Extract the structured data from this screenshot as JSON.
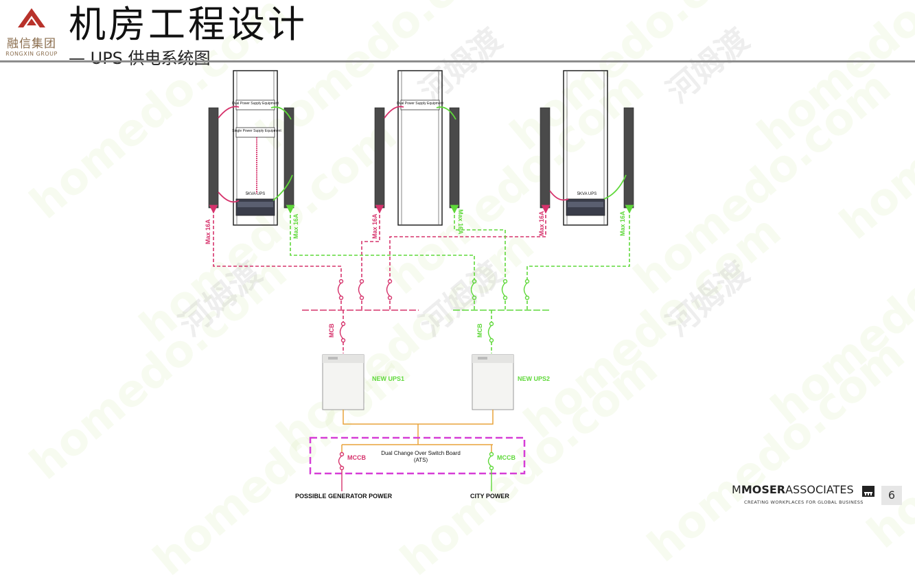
{
  "header": {
    "title": "机房工程设计",
    "subtitle": "— UPS 供电系统图"
  },
  "logo": {
    "name": "融信集团",
    "sub": "RONGXIN GROUP"
  },
  "watermark": {
    "latin": "homedo.com",
    "chinese": "河姆渡"
  },
  "diagram": {
    "rack1": {
      "dual_label": "Dual Power Supply Equipment",
      "single_label": "Single Power Supply Equipment",
      "ups_label": "5KVA UPS"
    },
    "rack2": {
      "dual_label": "Dual Power Supply Equipment"
    },
    "rack3": {
      "ups_label": "5KVA UPS"
    },
    "max_label": "Max 16A",
    "mcb_label": "MCB",
    "ups1_label": "NEW UPS1",
    "ups2_label": "NEW UPS2",
    "switch_board_line1": "Dual Change Over Switch Board",
    "switch_board_line2": "(ATS)",
    "mccb_label": "MCCB",
    "generator_label": "POSSIBLE GENERATOR POWER",
    "city_power_label": "CITY POWER"
  },
  "footer": {
    "brand_m": "M",
    "brand_moser": "MOSER",
    "brand_rest": "ASSOCIATES",
    "tagline": "CREATING WORKPLACES FOR GLOBAL BUSINESS",
    "page_number": "6"
  },
  "colors": {
    "red_feed": "#d6336c",
    "green_feed": "#5fd83a",
    "orange_bus": "#e8a33a",
    "ats_border": "#d63cd6",
    "title": "#111111",
    "rule": "#8c8c8c"
  }
}
